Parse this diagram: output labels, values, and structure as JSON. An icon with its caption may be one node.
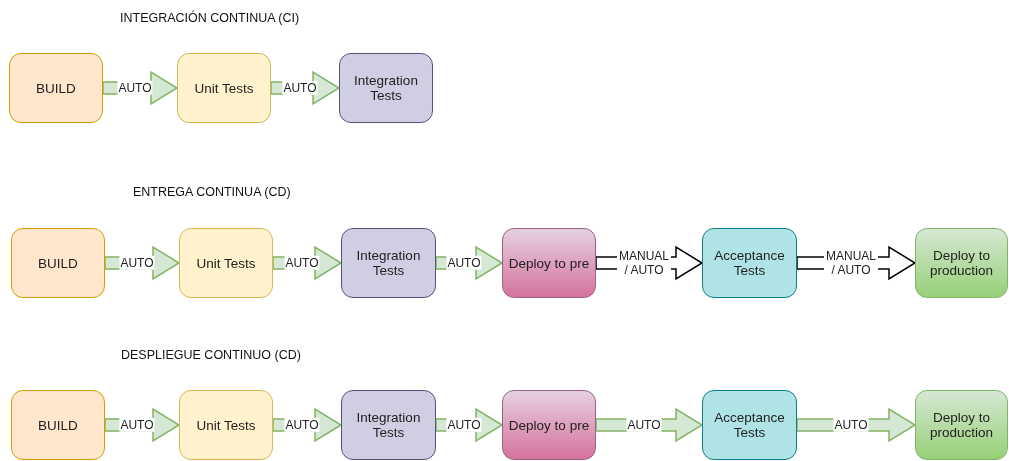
{
  "diagram": {
    "nodes": [
      {
        "text": [
          "BUILD"
        ]
      },
      {
        "text": [
          "Unit Tests"
        ]
      },
      {
        "text": [
          "Integration Tests"
        ]
      },
      {
        "text": [
          "BUILD"
        ]
      },
      {
        "text": [
          "Unit Tests"
        ]
      },
      {
        "text": [
          "Integration Tests"
        ]
      },
      {
        "text": [
          "Deploy to pre"
        ]
      },
      {
        "text": [
          "Acceptance Tests"
        ]
      },
      {
        "text": [
          "Deploy to production"
        ]
      },
      {
        "text": [
          "BUILD"
        ]
      },
      {
        "text": [
          "Unit Tests"
        ]
      },
      {
        "text": [
          "Integration Tests"
        ]
      },
      {
        "text": [
          "Deploy to pre"
        ]
      },
      {
        "text": [
          "Acceptance Tests"
        ]
      },
      {
        "text": [
          "Deploy to production"
        ]
      }
    ],
    "edges": [
      {
        "from": 0,
        "to": 1,
        "arrow": "to",
        "label": "AUTO"
      },
      {
        "from": 1,
        "to": 2,
        "arrow": "to",
        "label": "AUTO"
      },
      {
        "from": 3,
        "to": 4,
        "arrow": "to",
        "label": "AUTO"
      },
      {
        "from": 4,
        "to": 5,
        "arrow": "to",
        "label": "AUTO"
      },
      {
        "from": 5,
        "to": 6,
        "arrow": "to",
        "label": "AUTO"
      },
      {
        "from": 6,
        "to": 7,
        "arrow": "to",
        "label": "MANUAL / AUTO",
        "color": "#000000"
      },
      {
        "from": 7,
        "to": 8,
        "arrow": "to",
        "label": "MANUAL / AUTO",
        "color": "#000000"
      },
      {
        "from": 9,
        "to": 10,
        "arrow": "to",
        "label": "AUTO"
      },
      {
        "from": 10,
        "to": 11,
        "arrow": "to",
        "label": "AUTO"
      },
      {
        "from": 11,
        "to": 12,
        "arrow": "to",
        "label": "AUTO"
      },
      {
        "from": 12,
        "to": 13,
        "arrow": "to",
        "label": "AUTO"
      },
      {
        "from": 13,
        "to": 14,
        "arrow": "to",
        "label": "AUTO"
      }
    ],
    "labels": [
      "INTEGRACIÓN CONTINUA (CI)",
      "ENTREGA CONTINUA (CD)",
      "DESPLIEGUE CONTINUO (CD)"
    ]
  }
}
